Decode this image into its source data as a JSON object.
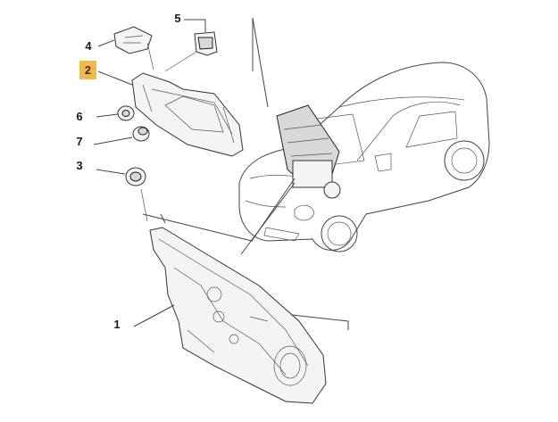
{
  "callouts": [
    {
      "id": "c1",
      "label": "1"
    },
    {
      "id": "c2",
      "label": "2"
    },
    {
      "id": "c3",
      "label": "3"
    },
    {
      "id": "c4",
      "label": "4"
    },
    {
      "id": "c5",
      "label": "5"
    },
    {
      "id": "c6",
      "label": "6"
    },
    {
      "id": "c7",
      "label": "7"
    }
  ],
  "colors": {
    "highlight": "#f2b84b",
    "line": "#444444",
    "background": "#ffffff"
  }
}
